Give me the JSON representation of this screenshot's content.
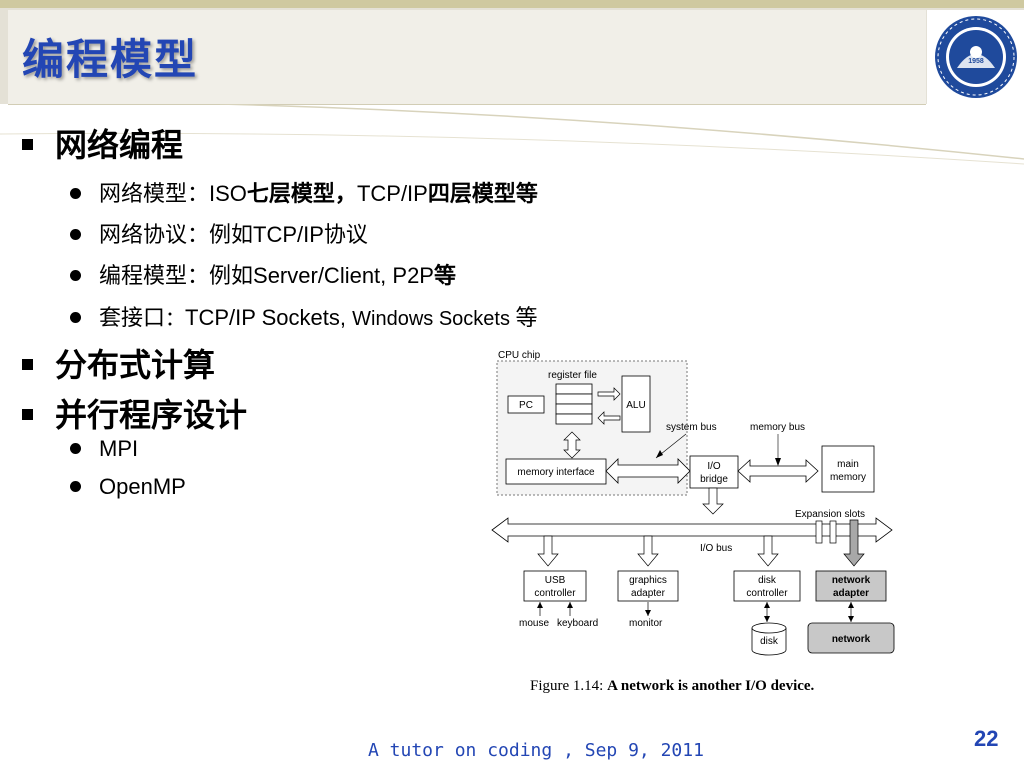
{
  "slide": {
    "title": "编程模型",
    "page_number": "22",
    "footer": "A tutor on coding , Sep 9, 2011",
    "logo": {
      "name": "university-seal",
      "year": "1958",
      "accent": "#1f4a9c"
    }
  },
  "bullets": [
    {
      "level": 1,
      "text": "网络编程"
    },
    {
      "level": 2,
      "parts": [
        "网络模型：",
        "ISO",
        "七层模型，",
        "TCP/IP",
        "四层模型等"
      ]
    },
    {
      "level": 2,
      "parts": [
        "网络协议：例如",
        "TCP/IP",
        "协议"
      ]
    },
    {
      "level": 2,
      "parts": [
        "编程模型：例如",
        "Server/Client, P2P",
        "等"
      ]
    },
    {
      "level": 2,
      "parts": [
        "套接口",
        "：",
        "TCP/IP Sockets, ",
        "Windows Sockets ",
        "等"
      ]
    },
    {
      "level": 1,
      "text": "分布式计算"
    },
    {
      "level": 1,
      "text": "并行程序设计"
    },
    {
      "level": 2,
      "text": "MPI"
    },
    {
      "level": 2,
      "text": "OpenMP"
    }
  ],
  "diagram": {
    "cpu_chip": "CPU chip",
    "register_file": "register file",
    "pc": "PC",
    "alu": "ALU",
    "system_bus": "system bus",
    "memory_bus": "memory bus",
    "memory_interface": "memory interface",
    "io_bridge_1": "I/O",
    "io_bridge_2": "bridge",
    "main_memory_1": "main",
    "main_memory_2": "memory",
    "expansion_slots": "Expansion slots",
    "io_bus": "I/O bus",
    "usb_1": "USB",
    "usb_2": "controller",
    "graphics_1": "graphics",
    "graphics_2": "adapter",
    "disk_ctrl_1": "disk",
    "disk_ctrl_2": "controller",
    "net_adapter_1": "network",
    "net_adapter_2": "adapter",
    "mouse": "mouse",
    "keyboard": "keyboard",
    "monitor": "monitor",
    "disk": "disk",
    "network": "network",
    "caption_prefix": "Figure 1.14:",
    "caption_text": "A network is another I/O device."
  },
  "colors": {
    "title": "#2346b4",
    "footer": "#2346b4",
    "highlight_box": "#c8c8c8"
  }
}
